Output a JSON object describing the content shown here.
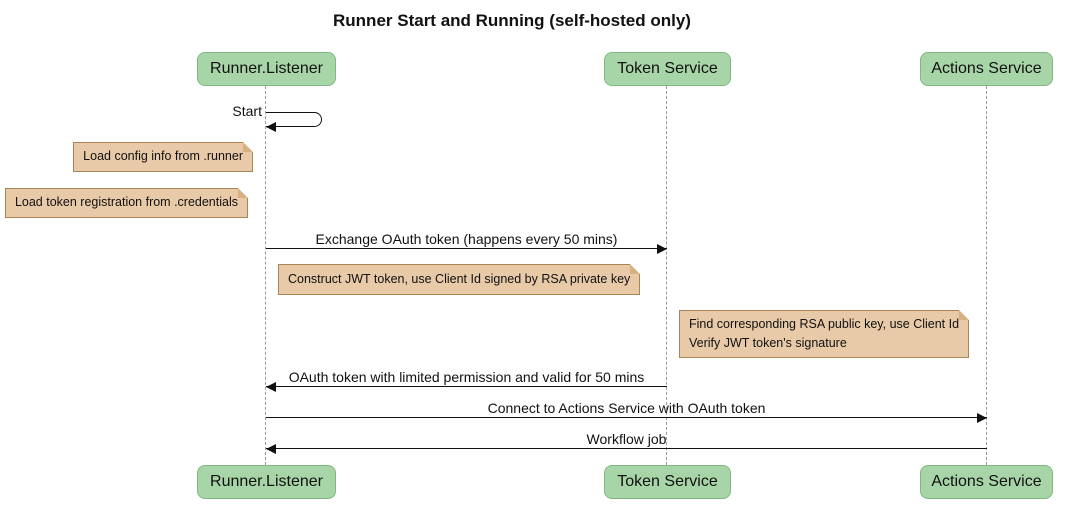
{
  "title": "Runner Start and Running (self-hosted only)",
  "actors": [
    {
      "name": "Runner.Listener"
    },
    {
      "name": "Token Service"
    },
    {
      "name": "Actions Service"
    }
  ],
  "messages": [
    {
      "label": "Start",
      "from": "Runner.Listener",
      "to": "Runner.Listener",
      "type": "self"
    },
    {
      "label": "Exchange OAuth token (happens every 50 mins)",
      "from": "Runner.Listener",
      "to": "Token Service",
      "type": "solid-arrow"
    },
    {
      "label": "OAuth token with limited permission and valid for 50 mins",
      "from": "Token Service",
      "to": "Runner.Listener",
      "type": "solid-arrow"
    },
    {
      "label": "Connect to Actions Service with OAuth token",
      "from": "Runner.Listener",
      "to": "Actions Service",
      "type": "solid-arrow"
    },
    {
      "label": "Workflow job",
      "from": "Actions Service",
      "to": "Runner.Listener",
      "type": "solid-arrow"
    }
  ],
  "notes": [
    {
      "text": "Load config info from .runner",
      "anchor": "Runner.Listener",
      "side": "left"
    },
    {
      "text": "Load token registration from .credentials",
      "anchor": "Runner.Listener",
      "side": "left"
    },
    {
      "text": "Construct JWT token, use Client Id signed by RSA private key",
      "anchor": "Runner.Listener",
      "side": "right"
    },
    {
      "lines": [
        "Find corresponding RSA public key, use Client Id",
        "Verify JWT token's signature"
      ],
      "anchor": "Token Service",
      "side": "right"
    }
  ],
  "colors": {
    "background": "#ffffff",
    "actor_fill": "#a8d5a8",
    "actor_border": "#7fb77f",
    "note_fill": "#e8caa8",
    "note_border": "#aa8452",
    "note_fold": "#d7b183",
    "lifeline": "#999999",
    "arrow": "#111111",
    "text": "#111111"
  }
}
